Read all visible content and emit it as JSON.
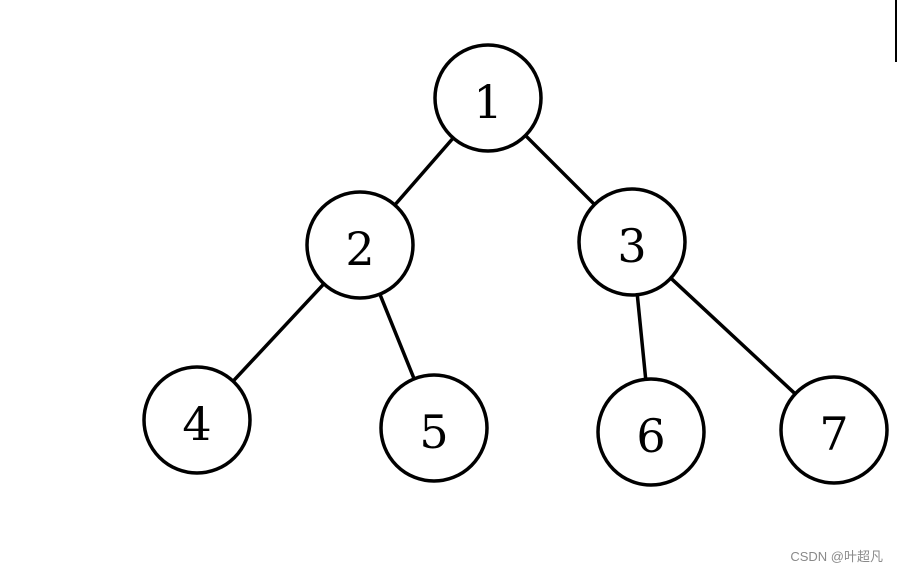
{
  "diagram": {
    "type": "binary-tree",
    "nodes": [
      {
        "id": "1",
        "label": "1"
      },
      {
        "id": "2",
        "label": "2"
      },
      {
        "id": "3",
        "label": "3"
      },
      {
        "id": "4",
        "label": "4"
      },
      {
        "id": "5",
        "label": "5"
      },
      {
        "id": "6",
        "label": "6"
      },
      {
        "id": "7",
        "label": "7"
      }
    ],
    "edges": [
      {
        "from": "1",
        "to": "2"
      },
      {
        "from": "1",
        "to": "3"
      },
      {
        "from": "2",
        "to": "4"
      },
      {
        "from": "2",
        "to": "5"
      },
      {
        "from": "3",
        "to": "6"
      },
      {
        "from": "3",
        "to": "7"
      }
    ]
  },
  "watermark": "CSDN @叶超凡"
}
